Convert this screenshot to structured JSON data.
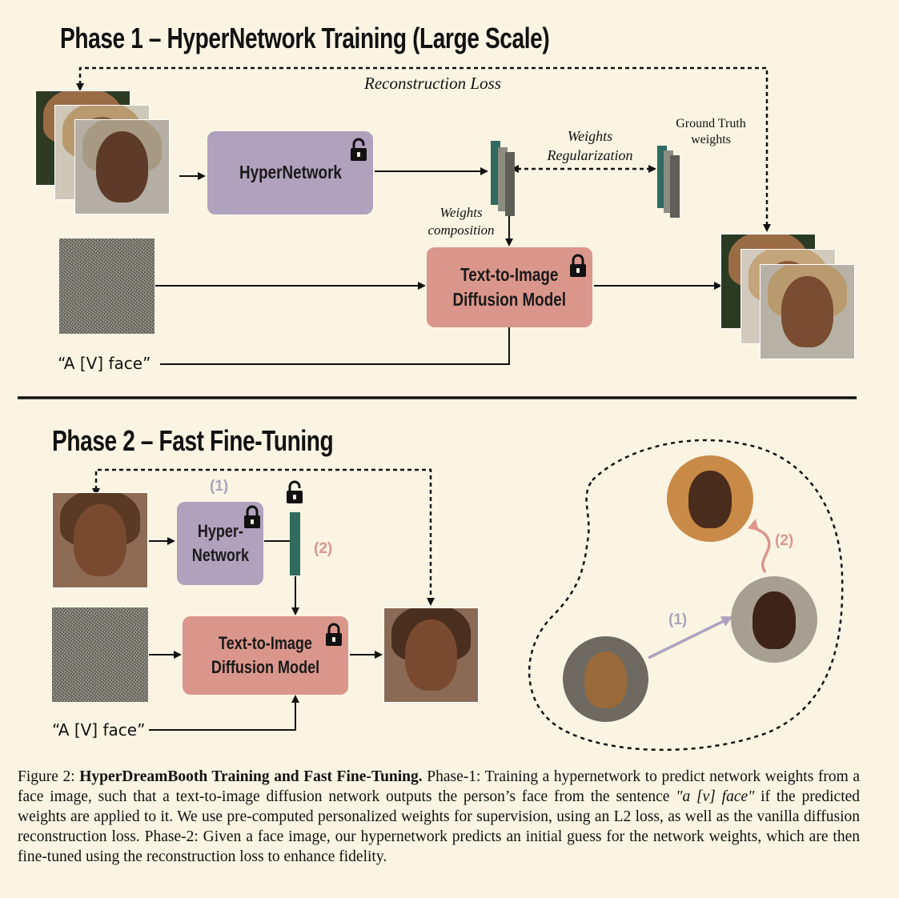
{
  "phase1": {
    "title": "Phase 1 – HyperNetwork Training (Large Scale)",
    "reconstruction_loss": "Reconstruction Loss",
    "hypernetwork": "HyperNetwork",
    "weights_regularization": "Weights\nRegularization",
    "ground_truth": "Ground Truth\nweights",
    "weights_composition": "Weights\ncomposition",
    "diffusion_model": "Text-to-Image\nDiffusion Model",
    "prompt": "“A [V] face”"
  },
  "phase2": {
    "title": "Phase 2 – Fast Fine-Tuning",
    "hypernetwork": "Hyper-\nNetwork",
    "step1": "(1)",
    "step2": "(2)",
    "diffusion_model": "Text-to-Image\nDiffusion Model",
    "prompt": "“A [V] face”",
    "space_step1": "(1)",
    "space_step2": "(2)"
  },
  "caption": {
    "figure_label": "Figure 2:",
    "bold_title": "HyperDreamBooth Training and Fast Fine-Tuning.",
    "text_a": "Phase-1: Training a hypernetwork to predict network weights from a face image, such that a text-to-image diffusion network outputs the person’s face from the sentence",
    "italic_prompt": "\"a [v] face\"",
    "text_b": "if the predicted weights are applied to it. We use pre-computed personalized weights for supervision, using an L2 loss, as well as the vanilla diffusion reconstruction loss. Phase-2: Given a face image, our hypernetwork predicts an initial guess for the network weights, which are then fine-tuned using the reconstruction loss to enhance fidelity."
  },
  "colors": {
    "background": "#fbf4e3",
    "hypernetwork_box": "#b0a1bd",
    "diffusion_box": "#db968b",
    "weights_dark": "#2f6b5e",
    "weights_gray": "#6b6b63",
    "step1_color": "#b0a1bd",
    "step2_color": "#db968b"
  },
  "icons": [
    "unlocked-padlock-icon",
    "locked-padlock-icon"
  ]
}
